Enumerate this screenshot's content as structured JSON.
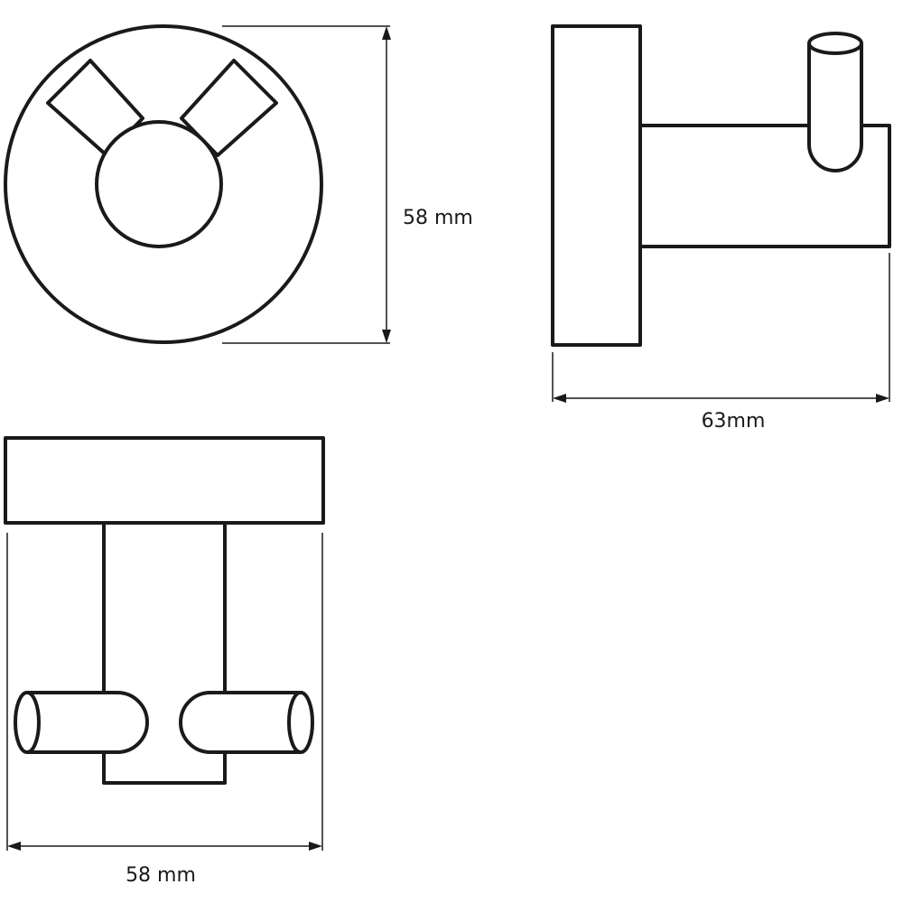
{
  "dimensions": {
    "front_height": "58 mm",
    "side_depth": "63mm",
    "top_width": "58 mm"
  },
  "colors": {
    "line": "#1a1a1a",
    "background": "#ffffff"
  }
}
